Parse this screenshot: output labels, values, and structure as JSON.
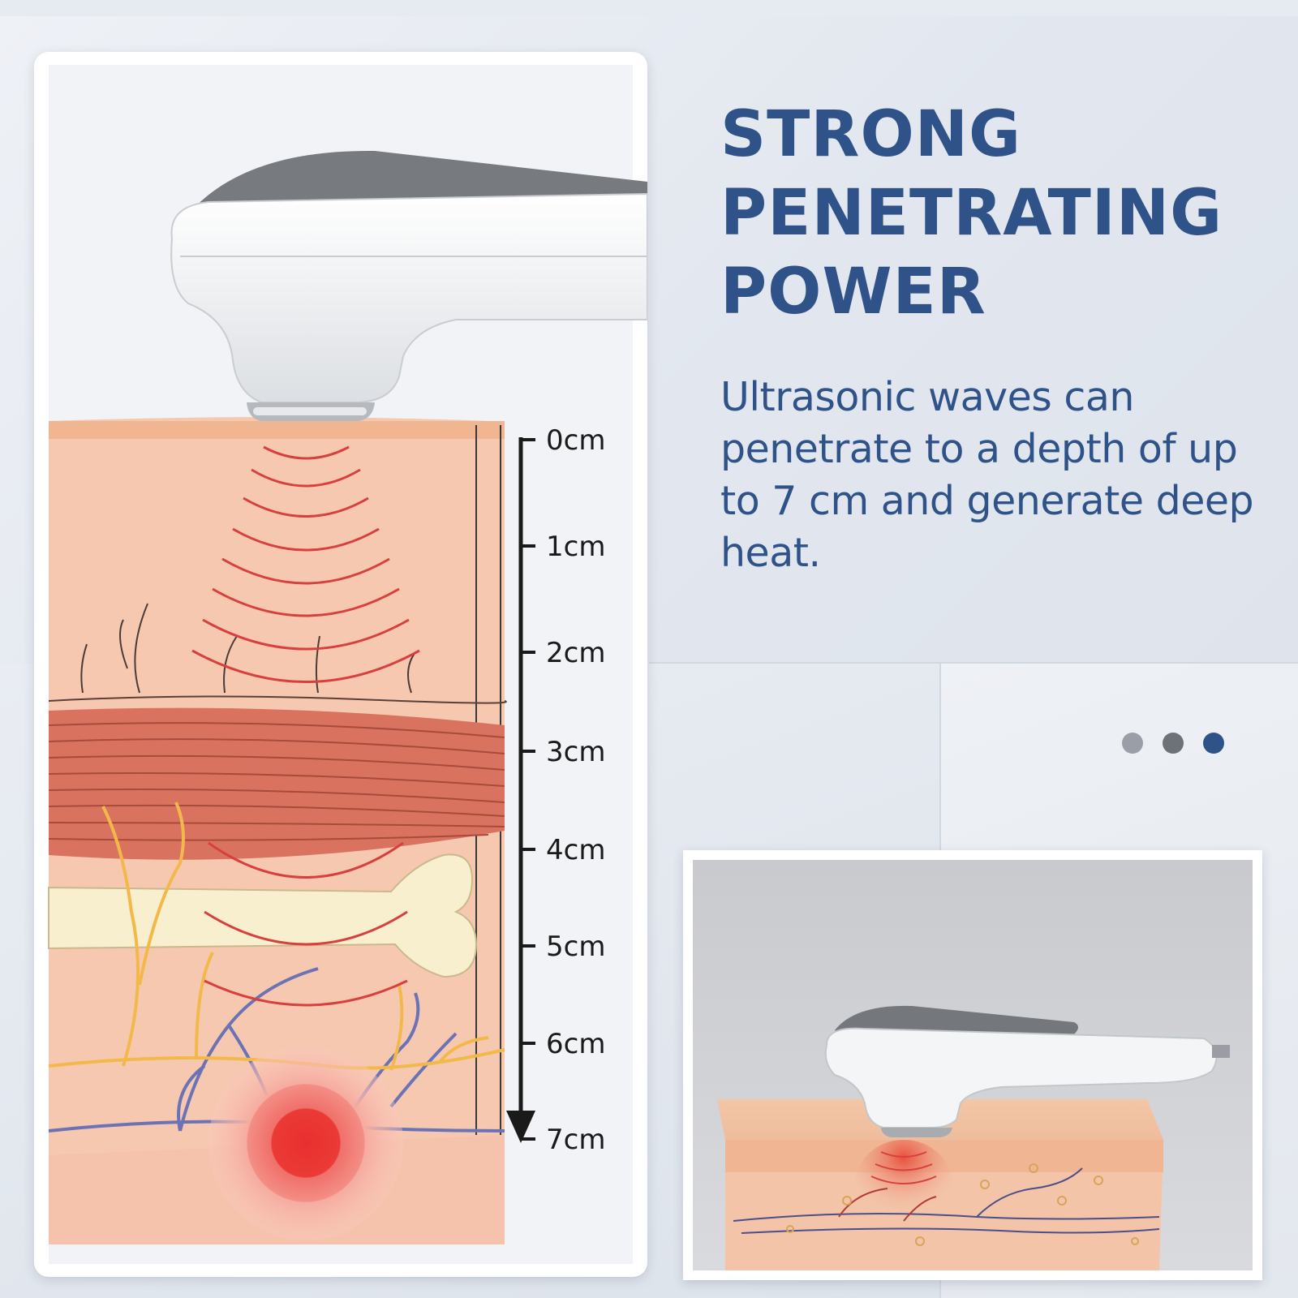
{
  "headline": {
    "line1": "STRONG",
    "line2": "PENETRATING",
    "line3": "POWER"
  },
  "description": "Ultrasonic waves can penetrate to a depth of up to  7 cm and generate deep heat.",
  "depth_scale": {
    "labels": [
      "0cm",
      "1cm",
      "2cm",
      "3cm",
      "4cm",
      "5cm",
      "6cm",
      "7cm"
    ]
  },
  "carousel": {
    "dot_count": 3,
    "active_index": 2,
    "colors": {
      "inactive_light": "#9a9ea6",
      "inactive_dark": "#6d7178",
      "active": "#2f5289"
    }
  },
  "colors": {
    "brand_blue": "#2f5289",
    "skin": "#f6c6ad",
    "muscle": "#d9735f",
    "bone": "#f8efcf",
    "wave": "#d8403f",
    "nerve": "#f2b94a",
    "vein": "#6c73b5"
  }
}
